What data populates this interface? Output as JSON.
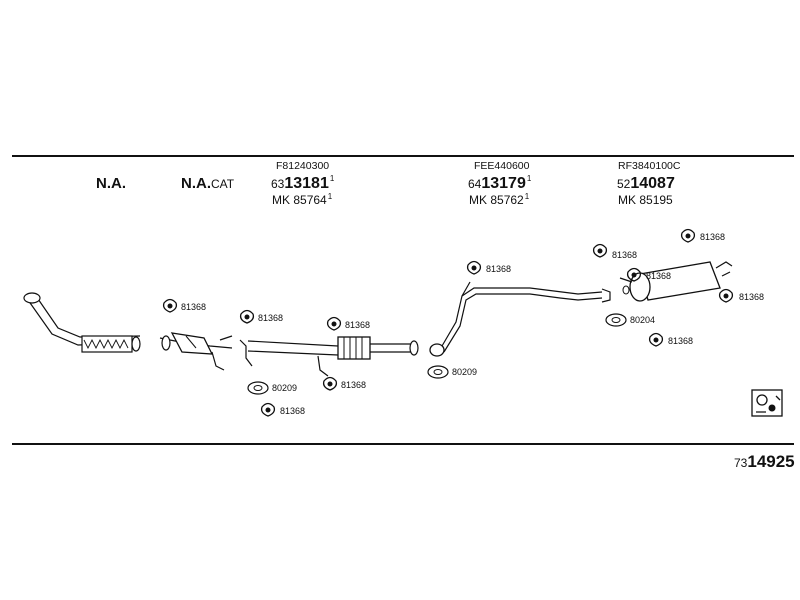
{
  "columns": [
    {
      "id": "col1",
      "label": "N.A."
    },
    {
      "id": "col2",
      "label_main": "N.A.",
      "label_sub": "CAT"
    },
    {
      "id": "col3",
      "code": "F81240300",
      "number_prefix": "63",
      "number_main": "13181",
      "number_sup": "1",
      "mk_prefix": "MK",
      "mk_number": "85764",
      "mk_sup": "1"
    },
    {
      "id": "col4",
      "code": "FEE440600",
      "number_prefix": "64",
      "number_main": "13179",
      "number_sup": "1",
      "mk_prefix": "MK",
      "mk_number": "85762",
      "mk_sup": "1"
    },
    {
      "id": "col5",
      "code": "RF3840100C",
      "number_prefix": "52",
      "number_main": "14087",
      "mk_prefix": "MK",
      "mk_number": "85195"
    }
  ],
  "part_labels": {
    "hanger": "81368",
    "gasket_a": "80209",
    "gasket_b": "80204"
  },
  "document": {
    "number_prefix": "73",
    "number_main": "14925"
  }
}
